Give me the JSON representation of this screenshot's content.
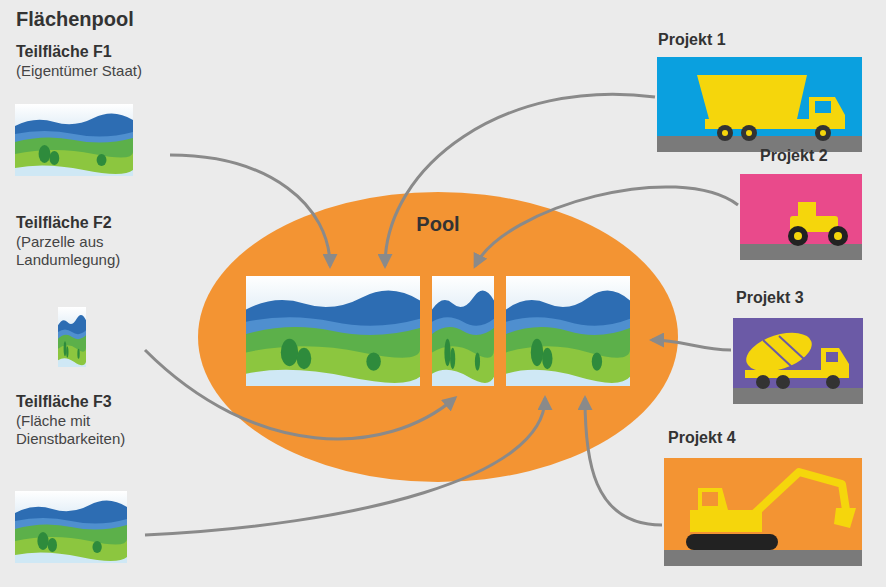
{
  "diagram": {
    "title": "Flächenpool",
    "nodes": [
      {
        "text": [
          "Teilfläche F1",
          "(Eigentümer Staat)"
        ]
      },
      {
        "text": [
          "Teilfläche F2",
          "(Parzelle aus Landumlegung)"
        ]
      },
      {
        "text": [
          "Teilfläche F3",
          "(Fläche mit Dienstbarkeiten)"
        ]
      },
      {
        "text": [
          "Pool"
        ]
      },
      {
        "text": [
          "Projekt 1"
        ]
      },
      {
        "text": [
          "Projekt 2"
        ]
      },
      {
        "text": [
          "Projekt 3"
        ]
      },
      {
        "text": [
          "Projekt 4"
        ]
      }
    ],
    "edges": [
      {
        "from": 0,
        "to": 3,
        "arrow": "to"
      },
      {
        "from": 1,
        "to": 3,
        "arrow": "to"
      },
      {
        "from": 2,
        "to": 3,
        "arrow": "to"
      },
      {
        "from": 4,
        "to": 3,
        "arrow": "to"
      },
      {
        "from": 5,
        "to": 3,
        "arrow": "to"
      },
      {
        "from": 6,
        "to": 3,
        "arrow": "to"
      },
      {
        "from": 7,
        "to": 3,
        "arrow": "to"
      }
    ]
  }
}
